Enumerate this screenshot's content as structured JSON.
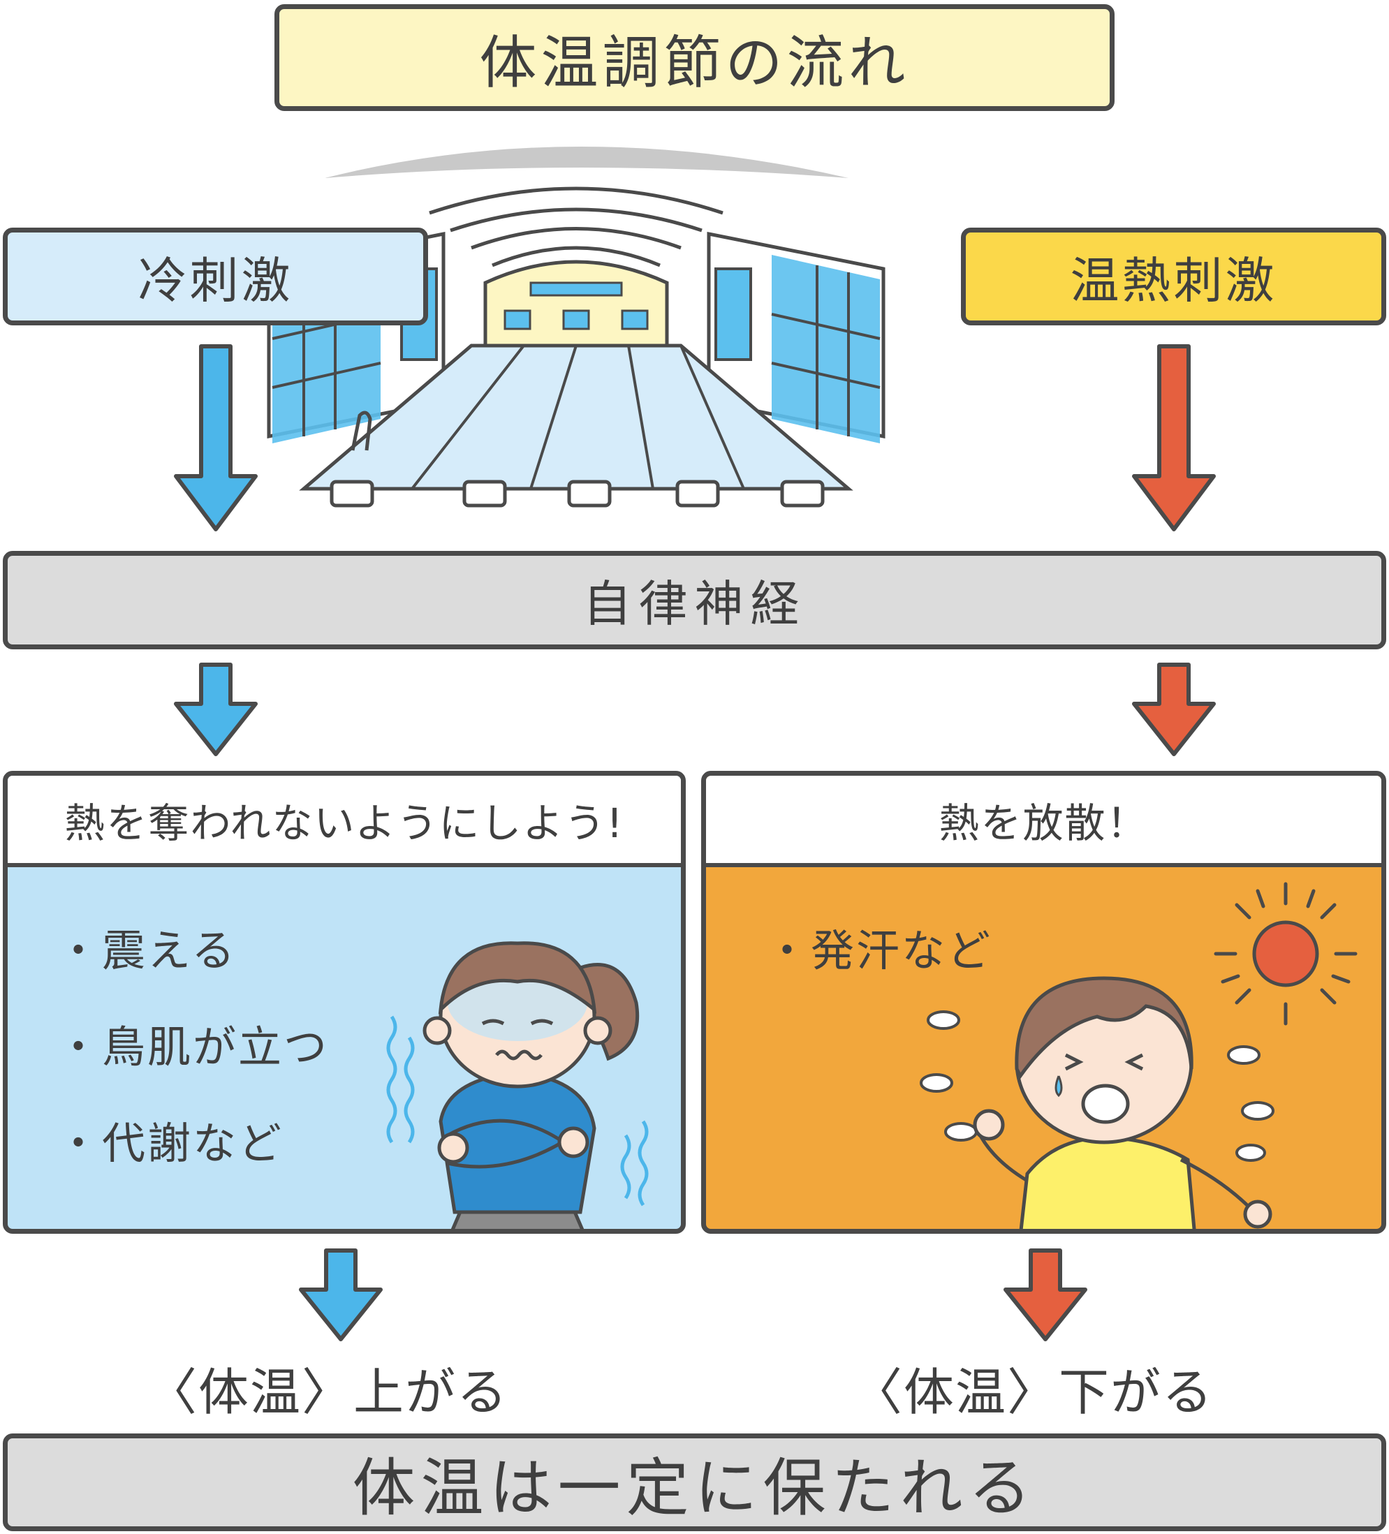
{
  "title": "体温調節の流れ",
  "stimuli": {
    "cold": "冷刺激",
    "heat": "温熱刺激"
  },
  "nerve": "自律神経",
  "panels": {
    "cold": {
      "heading": "熱を奪われないようにしよう!",
      "items": [
        "・震える",
        "・鳥肌が立つ",
        "・代謝など"
      ]
    },
    "heat": {
      "heading": "熱を放散！",
      "items": [
        "・発汗など"
      ]
    }
  },
  "results": {
    "cold": "〈体温〉上がる",
    "heat": "〈体温〉下がる"
  },
  "conclusion": "体温は一定に保たれる",
  "colors": {
    "cold_arrow": "#4cb6ea",
    "heat_arrow": "#e5603f",
    "cold_panel": "#bfe3f7",
    "heat_panel": "#f2a73c",
    "title_fill": "#fdf6c3",
    "heat_stimulus_fill": "#fbd84a",
    "gray_fill": "#dcdcdc"
  }
}
